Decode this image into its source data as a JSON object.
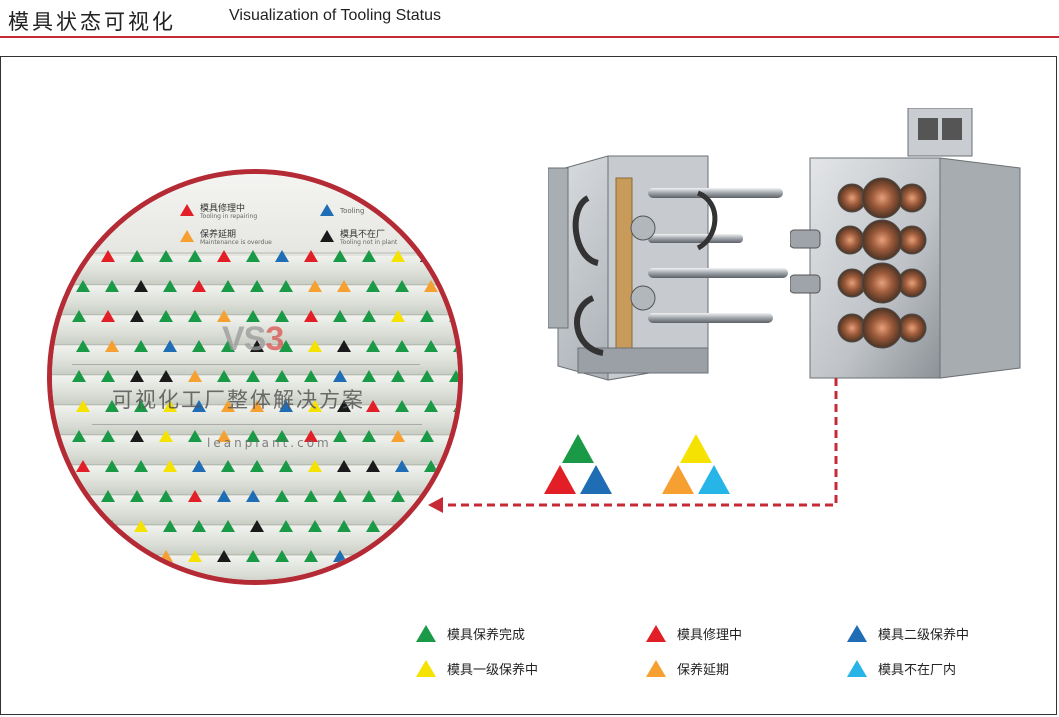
{
  "header": {
    "title_cn": "模具状态可视化",
    "title_en": "Visualization of Tooling Status"
  },
  "colors": {
    "accent": "#c62b35",
    "green": "#1a9a46",
    "red": "#e21f26",
    "blue": "#1f6db5",
    "yellow": "#f5e200",
    "orange": "#f5a030",
    "cyan": "#27b5e8"
  },
  "photo": {
    "board_legend": [
      {
        "cn": "模具修理中",
        "en": "Tooling in repairing",
        "color": "red"
      },
      {
        "cn": "保养延期",
        "en": "Maintenance is overdue",
        "color": "orange"
      },
      {
        "cn": "Tooling",
        "en": "",
        "color": "blue"
      },
      {
        "cn": "模具不在厂",
        "en": "Tooling not in plant",
        "color": "black"
      }
    ],
    "watermark_logo_main": "VS",
    "watermark_logo_accent": "3",
    "watermark_cn": "可视化工厂整体解决方案",
    "watermark_url": "leanplant.com"
  },
  "legend": [
    {
      "label": "模具保养完成",
      "color": "#1a9a46"
    },
    {
      "label": "模具修理中",
      "color": "#e21f26"
    },
    {
      "label": "模具二级保养中",
      "color": "#1f6db5"
    },
    {
      "label": "模具一级保养中",
      "color": "#f5e200"
    },
    {
      "label": "保养延期",
      "color": "#f5a030"
    },
    {
      "label": "模具不在厂内",
      "color": "#27b5e8"
    }
  ]
}
